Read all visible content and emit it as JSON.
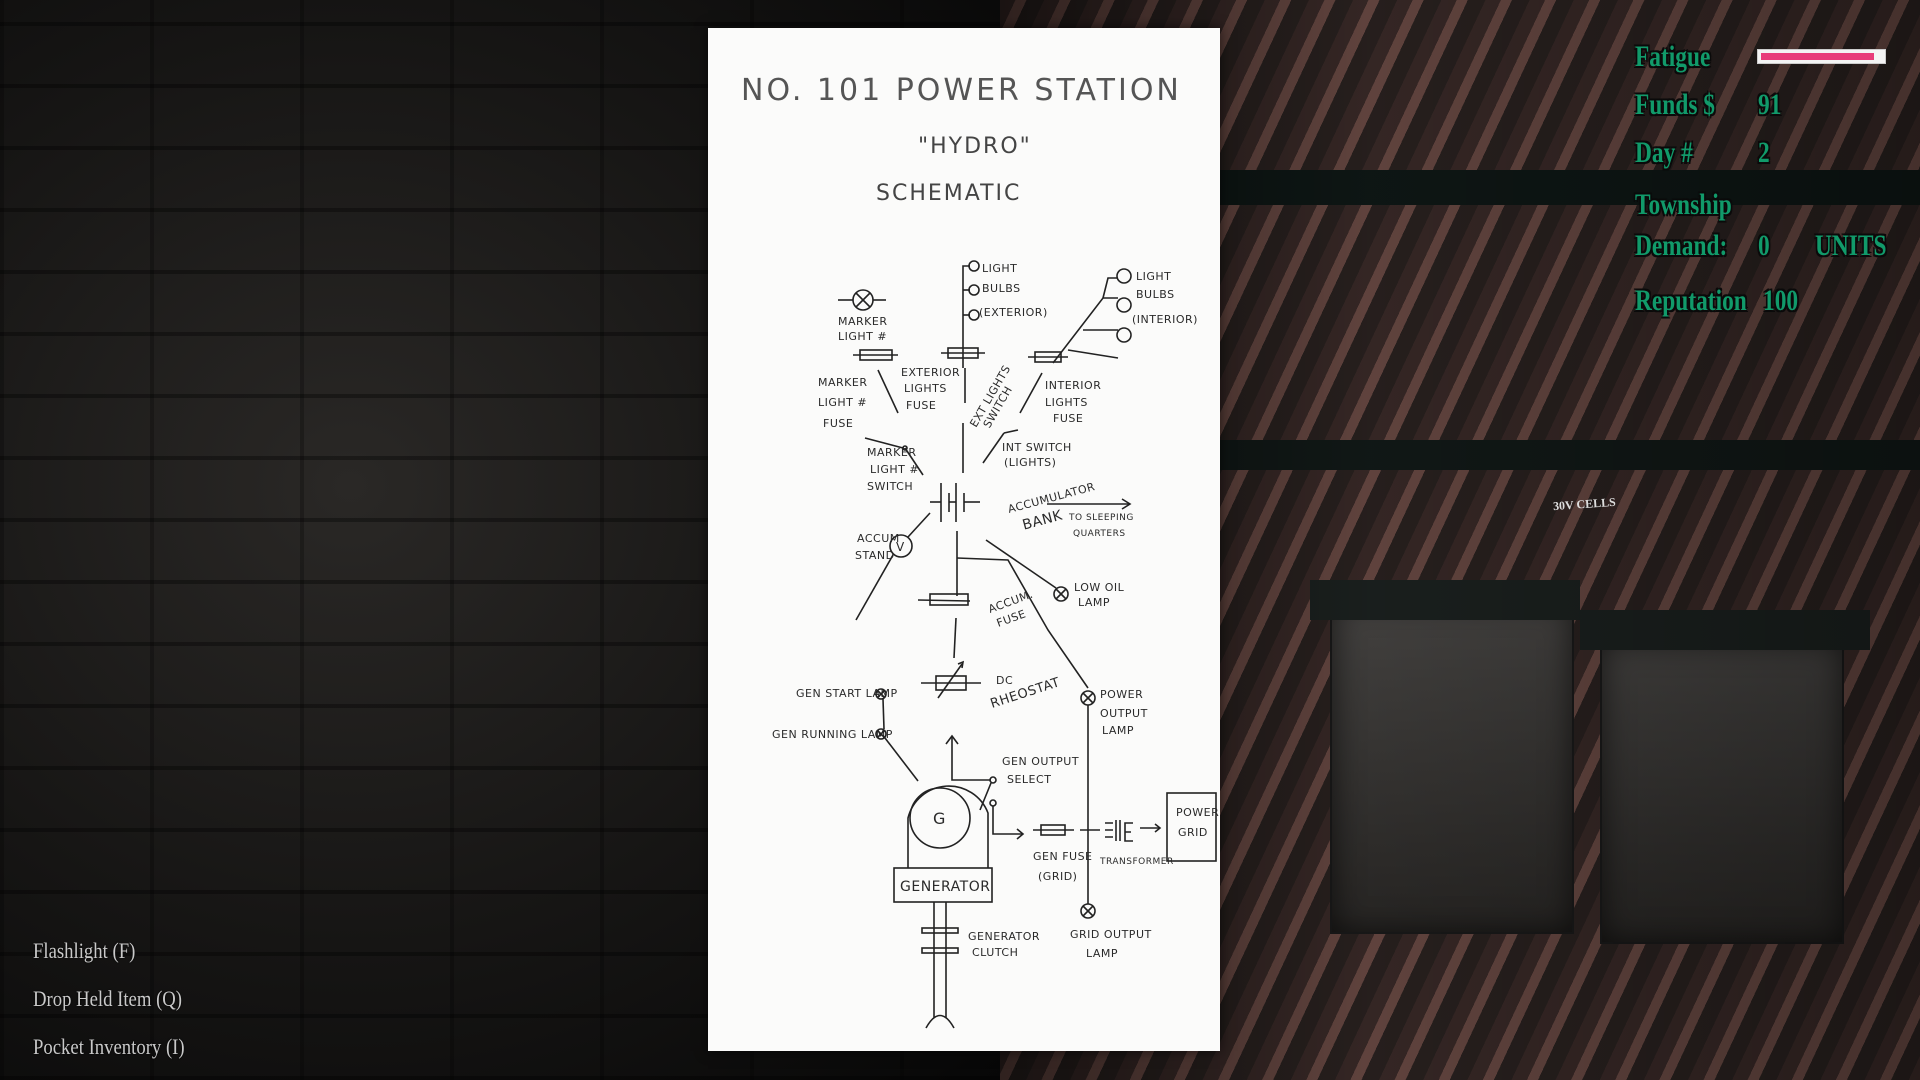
{
  "hud": {
    "fatigue_label": "Fatigue",
    "fatigue_level": 0.93,
    "fatigue_color": "#e83c7a",
    "funds_label": "Funds $",
    "funds_value": "91",
    "day_label": "Day #",
    "day_value": "2",
    "township_label": "Township",
    "demand_label": "Demand:",
    "demand_value": "0",
    "demand_unit": "UNITS",
    "reputation_label": "Reputation",
    "reputation_value": "100",
    "text_color": "#119a6a"
  },
  "scene": {
    "shelf_label": "30V CELLS"
  },
  "controls": {
    "flashlight": "Flashlight (F)",
    "drop_item": "Drop Held Item (Q)",
    "pocket_inventory": "Pocket Inventory (I)"
  },
  "schematic": {
    "title": "NO. 101  POWER  STATION",
    "subtitle": "\"HYDRO\"",
    "heading": "SCHEMATIC",
    "labels": {
      "ext_bulbs_1": "LIGHT",
      "ext_bulbs_2": "BULBS",
      "ext_bulbs_3": "(EXTERIOR)",
      "marker_light_1": "MARKER",
      "marker_light_2": "LIGHT #",
      "int_bulbs_1": "LIGHT",
      "int_bulbs_2": "BULBS",
      "int_bulbs_3": "(INTERIOR)",
      "ext_fuse_1": "EXTERIOR",
      "ext_fuse_2": "LIGHTS",
      "ext_fuse_3": "FUSE",
      "marker_fuse_1": "MARKER",
      "marker_fuse_2": "LIGHT #",
      "marker_fuse_3": "FUSE",
      "ext_switch_1": "EXT LIGHTS",
      "ext_switch_2": "SWITCH",
      "int_fuse_1": "INTERIOR",
      "int_fuse_2": "LIGHTS",
      "int_fuse_3": "FUSE",
      "marker_switch_1": "MARKER",
      "marker_switch_2": "LIGHT #",
      "marker_switch_3": "SWITCH",
      "int_switch_1": "INT SWITCH",
      "int_switch_2": "(LIGHTS)",
      "accum_bank_1": "ACCUMULATOR",
      "accum_bank_2": "BANK",
      "sleeping_1": "TO SLEEPING",
      "sleeping_2": "QUARTERS",
      "accum_stand_1": "ACCUM",
      "accum_stand_2": "STAND",
      "voltmeter": "V",
      "low_oil_1": "LOW OIL",
      "low_oil_2": "LAMP",
      "accum_fuse_1": "ACCUM.",
      "accum_fuse_2": "FUSE",
      "rheostat_1": "DC",
      "rheostat_2": "RHEOSTAT",
      "power_output_1": "POWER",
      "power_output_2": "OUTPUT",
      "power_output_3": "LAMP",
      "gen_start": "GEN START LAMP",
      "gen_running": "GEN RUNNING LAMP",
      "gen_select_1": "GEN OUTPUT",
      "gen_select_2": "SELECT",
      "gen_symbol": "G",
      "generator": "GENERATOR",
      "gen_fuse_1": "GEN FUSE",
      "gen_fuse_2": "(GRID)",
      "transformer": "TRANSFORMER",
      "power_grid_1": "POWER",
      "power_grid_2": "GRID",
      "grid_output_1": "GRID OUTPUT",
      "grid_output_2": "LAMP",
      "clutch_1": "GENERATOR",
      "clutch_2": "CLUTCH"
    }
  }
}
